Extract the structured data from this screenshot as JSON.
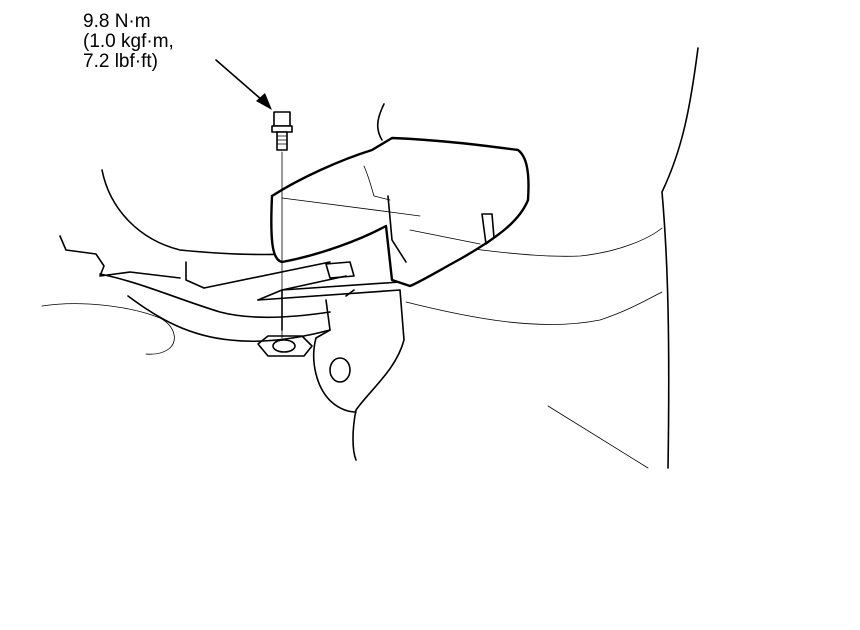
{
  "torque_callout": {
    "line1": "9.8 N·m",
    "line2": "(1.0 kgf·m,",
    "line3": "7.2 lbf·ft)"
  },
  "colors": {
    "line": "#000000",
    "background": "#ffffff"
  },
  "parts": [
    "bolt-icon",
    "bracket",
    "cover-box",
    "body-panel"
  ]
}
